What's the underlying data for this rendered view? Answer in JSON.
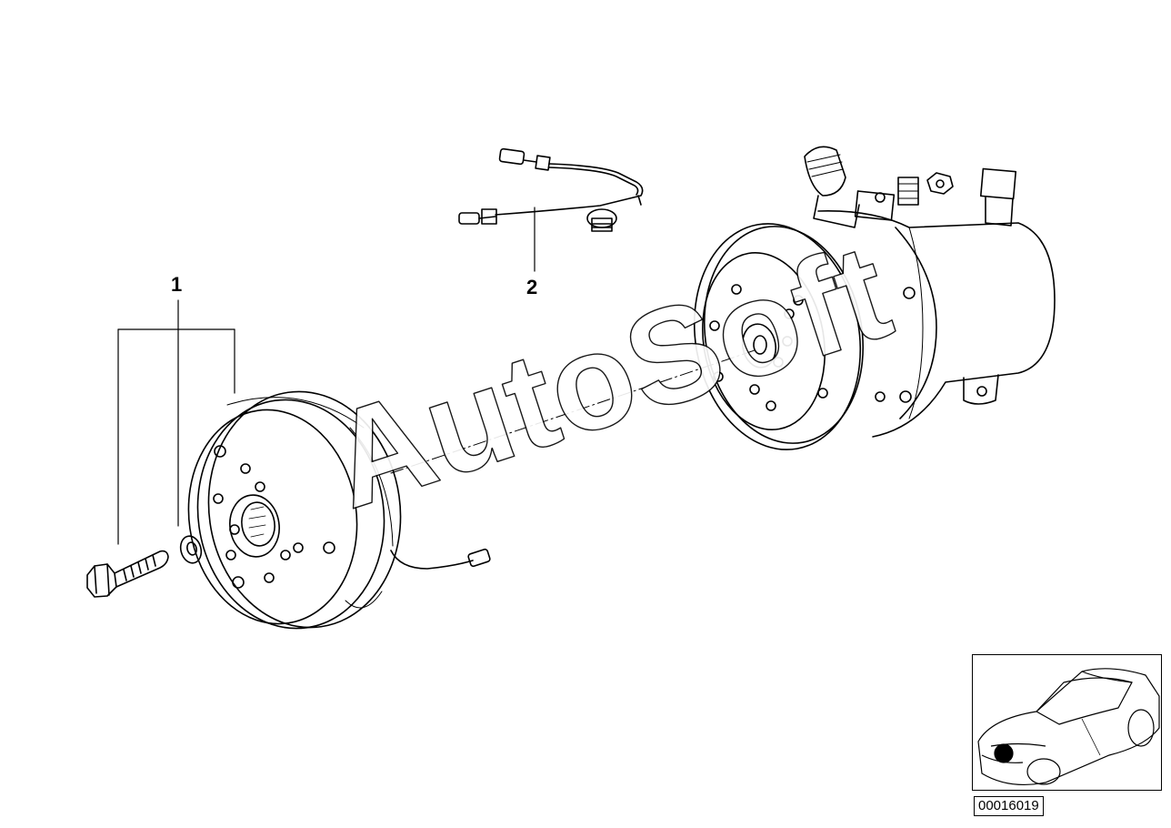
{
  "callouts": [
    {
      "number": "1"
    },
    {
      "number": "2"
    }
  ],
  "drawing_number": "00016019",
  "watermark": "AutoSoft",
  "colors": {
    "line": "#000000",
    "background": "#ffffff",
    "watermark_fill": "#ffffff"
  }
}
